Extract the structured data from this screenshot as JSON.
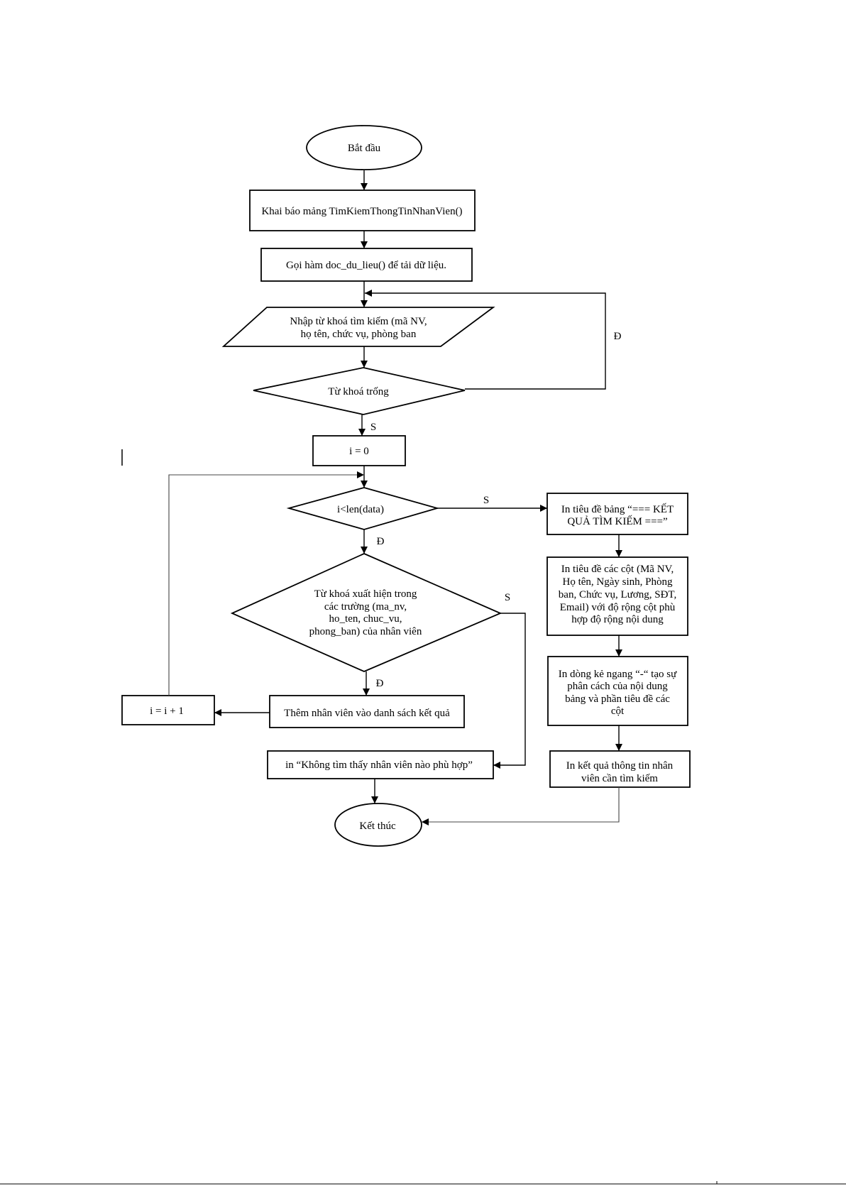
{
  "diagram": {
    "nodes": {
      "start": {
        "label": "Bắt đầu"
      },
      "declare": {
        "label": "Khai báo mảng TimKiemThongTinNhanVien()"
      },
      "load": {
        "label": "Gọi hàm doc_du_lieu() để tải dữ liệu."
      },
      "input": {
        "lines": [
          "Nhập từ khoá tìm kiếm (mã NV,",
          "họ tên, chức vụ, phòng ban"
        ]
      },
      "empty_check": {
        "label": "Từ khoá trống"
      },
      "init_i": {
        "label": "i = 0"
      },
      "loop_check": {
        "label": "i<len(data)"
      },
      "match_check": {
        "lines": [
          "Từ khoá xuất hiện trong",
          "các trường (ma_nv,",
          "ho_ten, chuc_vu,",
          "phong_ban) của nhân viên"
        ]
      },
      "add_result": {
        "label": "Thêm nhân viên vào danh sách kết quả"
      },
      "increment": {
        "label": "i = i + 1"
      },
      "not_found": {
        "label": "in “Không tìm thấy nhân viên nào phù hợp”"
      },
      "print_title": {
        "lines": [
          "In tiêu đề bảng “=== KẾT",
          "QUẢ TÌM KIẾM ===”"
        ]
      },
      "print_columns": {
        "lines": [
          "In tiêu đề các cột (Mã NV,",
          "Họ tên, Ngày sinh, Phòng",
          "ban, Chức vụ, Lương, SĐT,",
          "Email) với độ rộng cột phù",
          "hợp độ rộng nội dung"
        ]
      },
      "print_separator": {
        "lines": [
          "In dòng kẻ ngang “-“ tạo sự",
          "phân cách của nội dung",
          "bảng và phần tiêu đề các",
          "cột"
        ]
      },
      "print_results": {
        "lines": [
          "In kết quả thông tin nhân",
          "viên cần tìm kiếm"
        ]
      },
      "end": {
        "label": "Kết thúc"
      }
    },
    "edge_labels": {
      "empty_true": "Đ",
      "empty_false": "S",
      "loop_false": "S",
      "loop_true": "Đ",
      "match_false": "S",
      "match_true": "Đ"
    },
    "colors": {
      "stroke": "#000000",
      "background": "#ffffff"
    }
  }
}
